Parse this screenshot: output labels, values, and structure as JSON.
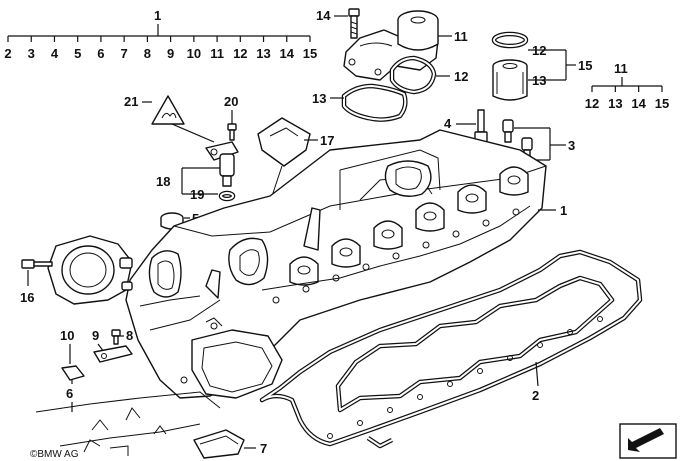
{
  "diagram": {
    "copyright": "©BMW AG",
    "callouts": {
      "c1": "1",
      "c1_ext": "1",
      "c2": "2",
      "c3": "3",
      "c4": "4",
      "c5": "5",
      "c6": "6",
      "c7": "7",
      "c8": "8",
      "c9": "9",
      "c10": "10",
      "c11": "11",
      "c11_group": "11",
      "c12": "12",
      "c12_ring": "12",
      "c13": "13",
      "c13_filter": "13",
      "c14": "14",
      "c15": "15",
      "c16": "16",
      "c17": "17",
      "c18": "18",
      "c19": "19",
      "c20": "20",
      "c21": "21"
    },
    "group_1_items": [
      "2",
      "3",
      "4",
      "5",
      "6",
      "7",
      "8",
      "9",
      "10",
      "11",
      "12",
      "13",
      "14",
      "15"
    ],
    "group_11_items": [
      "12",
      "13",
      "14",
      "15"
    ],
    "colors": {
      "ink": "#111111",
      "background": "#ffffff"
    }
  }
}
